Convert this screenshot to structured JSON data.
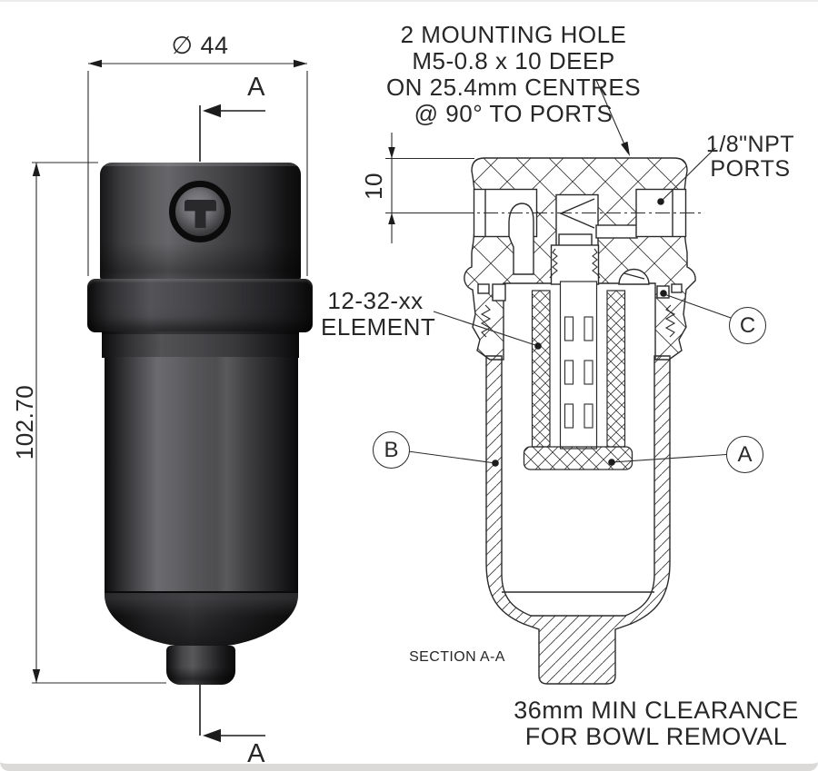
{
  "left_view": {
    "dim_diameter": "∅ 44",
    "dim_height": "102.70",
    "section_arrow_top": "A",
    "section_arrow_bottom": "A"
  },
  "section_view": {
    "mounting_note": {
      "line1": "2 MOUNTING HOLE",
      "line2": "M5-0.8 x 10 DEEP",
      "line3": "ON 25.4mm CENTRES",
      "line4": "@ 90° TO PORTS"
    },
    "ports_note": {
      "line1": "1/8\"NPT",
      "line2": "PORTS"
    },
    "dim_port_depth": "10",
    "element_note": {
      "line1": "12-32-xx",
      "line2": "ELEMENT"
    },
    "callouts": {
      "a": "A",
      "b": "B",
      "c": "C"
    },
    "section_title": "SECTION A-A",
    "clearance_note": {
      "line1": "36mm MIN CLEARANCE",
      "line2": "FOR BOWL REMOVAL"
    }
  },
  "colors": {
    "line": "#2b2b2b",
    "background": "#ffffff"
  }
}
